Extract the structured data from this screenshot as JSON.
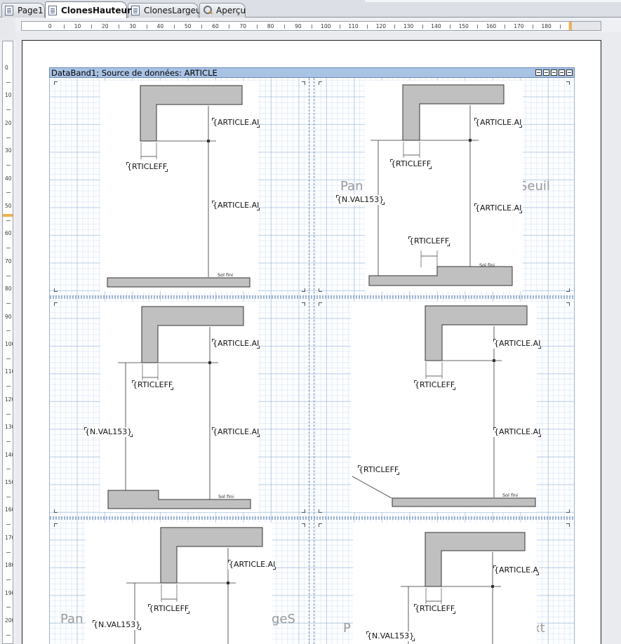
{
  "tabs": [
    {
      "label": "Page1",
      "active": false,
      "icon": "page-icon"
    },
    {
      "label": "ClonesHauteur",
      "active": true,
      "icon": "page-icon"
    },
    {
      "label": "ClonesLargeur",
      "active": false,
      "icon": "page-icon"
    },
    {
      "label": "Aperçu",
      "active": false,
      "icon": "preview-icon"
    }
  ],
  "ruler": {
    "horizontal_labels": [
      "0",
      "10",
      "20",
      "30",
      "40",
      "50",
      "60",
      "70",
      "80",
      "90",
      "100",
      "110",
      "120",
      "130",
      "140",
      "150",
      "160",
      "170",
      "180"
    ],
    "vertical_labels": [
      "0",
      "10",
      "20",
      "30",
      "40",
      "50",
      "60",
      "70",
      "80",
      "90",
      "100",
      "110",
      "120",
      "130",
      "140",
      "150",
      "160",
      "170",
      "180",
      "190",
      "200"
    ]
  },
  "databand": {
    "title": "DataBand1; Source de données: ARTICLE"
  },
  "fields": {
    "article_a": "{ARTICLE.AI",
    "article_a2": "{ARTICLE.A",
    "article_leff": "{RTICLEFF",
    "n_val": "{N.VAL153}",
    "sol_fini": "Sol fini"
  },
  "ghosts": {
    "pan": "Pan",
    "seuil": "Seuil",
    "pan2": "Pan",
    "pages": "geS",
    "p": "P",
    "xt": "xt"
  },
  "colors": {
    "accent": "#f0b24c",
    "band_header": "#a9c3e4",
    "shape_fill": "#c0c0c0"
  }
}
